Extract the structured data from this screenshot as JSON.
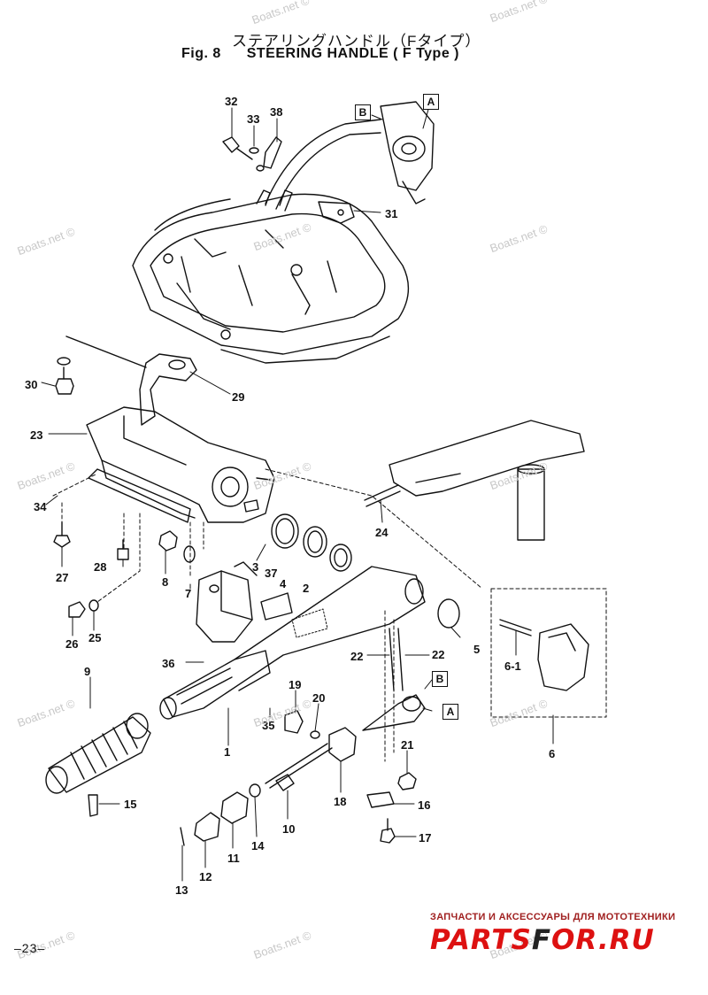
{
  "title": {
    "japanese": "ステアリングハンドル（Fタイプ）",
    "figure": "Fig. 8",
    "english": "STEERING HANDLE ( F Type )"
  },
  "page_number": "–23–",
  "watermark_text": "Boats.net ©",
  "brand": {
    "tagline": "ЗАПЧАСТИ И АКСЕССУАРЫ ДЛЯ МОТОТЕХНИКИ",
    "logo_part1": "PARTS",
    "logo_sep": "F",
    "logo_part2": "OR.RU"
  },
  "ref_boxes": [
    "A",
    "B",
    "B",
    "A"
  ],
  "parts": [
    "32",
    "33",
    "38",
    "31",
    "29",
    "30",
    "23",
    "34",
    "27",
    "28",
    "8",
    "3",
    "37",
    "4",
    "2",
    "7",
    "26",
    "25",
    "24",
    "36",
    "5",
    "6-1",
    "22",
    "22",
    "9",
    "19",
    "20",
    "35",
    "1",
    "21",
    "6",
    "15",
    "18",
    "16",
    "10",
    "14",
    "11",
    "12",
    "13",
    "17"
  ]
}
